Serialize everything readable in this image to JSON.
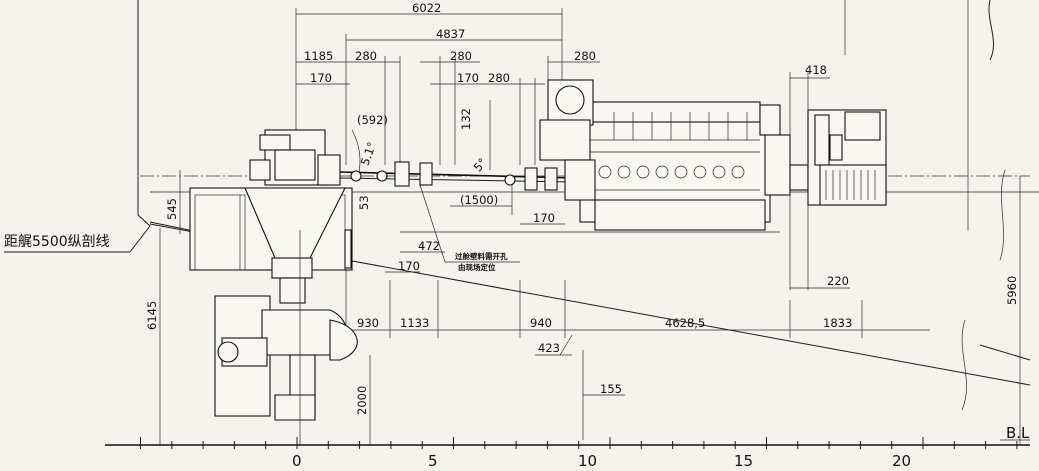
{
  "dimensions_top": {
    "d6022": "6022",
    "d4837": "4837",
    "d1185": "1185",
    "d280a": "280",
    "d280b": "280",
    "d280c": "280",
    "d280d": "280",
    "d170a": "170",
    "d170b": "170",
    "d418": "418",
    "d592": "(592)",
    "angle51": "5.1°",
    "d132": "132",
    "angle5": "5°",
    "d1500": "(1500)",
    "d170c": "170"
  },
  "dimensions_mid": {
    "d545": "545",
    "d53": "53",
    "d472": "472",
    "d170d": "170",
    "d220": "220",
    "d6145": "6145",
    "d5960": "5960"
  },
  "dimensions_bottom": {
    "d930": "930",
    "d1133": "1133",
    "d940": "940",
    "d46285": "4628,5",
    "d1833": "1833",
    "d423": "423",
    "d155": "155",
    "d2000": "2000"
  },
  "labels": {
    "section_line": "距艉5500纵剖线",
    "note_line1": "过舱壁料需开孔",
    "note_line2": "由现场定位",
    "baseline": "B.L"
  },
  "axis": {
    "ticks": [
      "0",
      "5",
      "10",
      "15",
      "20"
    ]
  }
}
